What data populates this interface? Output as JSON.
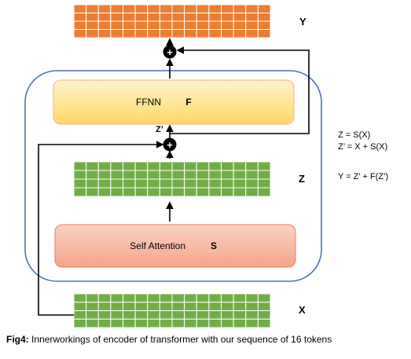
{
  "labels": {
    "y": "Y",
    "z": "Z",
    "x": "X",
    "z_prime": "Z’",
    "ffnn": "FFNN",
    "ffnn_symbol": "F",
    "self_attention": "Self Attention",
    "self_attention_symbol": "S",
    "plus": "+"
  },
  "equations": {
    "eq1": "Z = S(X)",
    "eq2": "Z’ = X + S(X)",
    "eq3": "Y = Z’ + F(Z’)"
  },
  "caption": {
    "prefix": "Fig4:",
    "text": " Innerworkings of encoder of transformer with our sequence of 16 tokens"
  },
  "colors": {
    "output_grid": "#ED7D31",
    "green_grid": "#70AD47",
    "encoder_border": "#4472C4",
    "ffnn_fill": "#FFE699",
    "ffnn_border": "#F4B183",
    "attention_fill": "#F8B9A6",
    "attention_border": "#E97B5E"
  }
}
